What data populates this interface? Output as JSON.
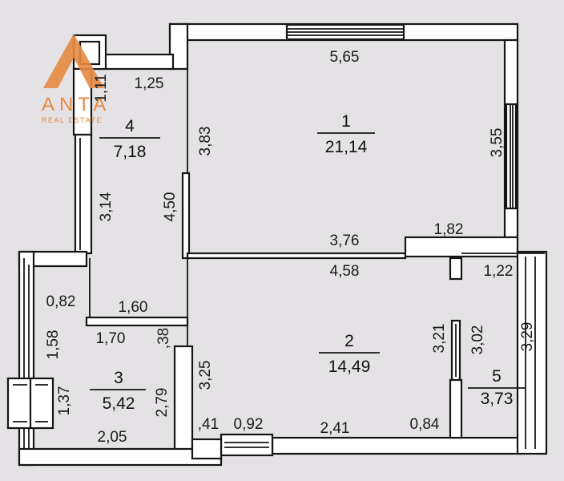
{
  "logo": {
    "brand": "ANTA",
    "tagline": "REAL ESTATE",
    "color": "#e58a40"
  },
  "rooms": [
    {
      "number": "1",
      "area": "21,14"
    },
    {
      "number": "2",
      "area": "14,49"
    },
    {
      "number": "3",
      "area": "5,42"
    },
    {
      "number": "4",
      "area": "7,18"
    },
    {
      "number": "5",
      "area": "3,73"
    }
  ],
  "dimensions": {
    "room1_top": "5,65",
    "room1_right": "3,55",
    "room1_bottom": "3,76",
    "room1_bottom_right": "1,82",
    "room1_left": "3,83",
    "room4_top": "1,25",
    "room4_upper_left": "1,11",
    "room4_left": "3,14",
    "room4_right": "4,50",
    "room2_top": "4,58",
    "room2_left": "3,25",
    "room2_bottom_left": ",41",
    "room2_door": "0,92",
    "room2_bottom": "2,41",
    "room2_bottom_right": "0,84",
    "room2_right": "3,21",
    "room5_top": "1,22",
    "room5_left": "3,02",
    "room5_right": "3,29",
    "room3_top_left": "0,82",
    "room3_top": "1,60",
    "room3_top2": "1,70",
    "room3_right_short": ",38",
    "room3_left": "1,58",
    "room3_left2": "1,37",
    "room3_right": "2,79",
    "room3_bottom": "2,05"
  }
}
